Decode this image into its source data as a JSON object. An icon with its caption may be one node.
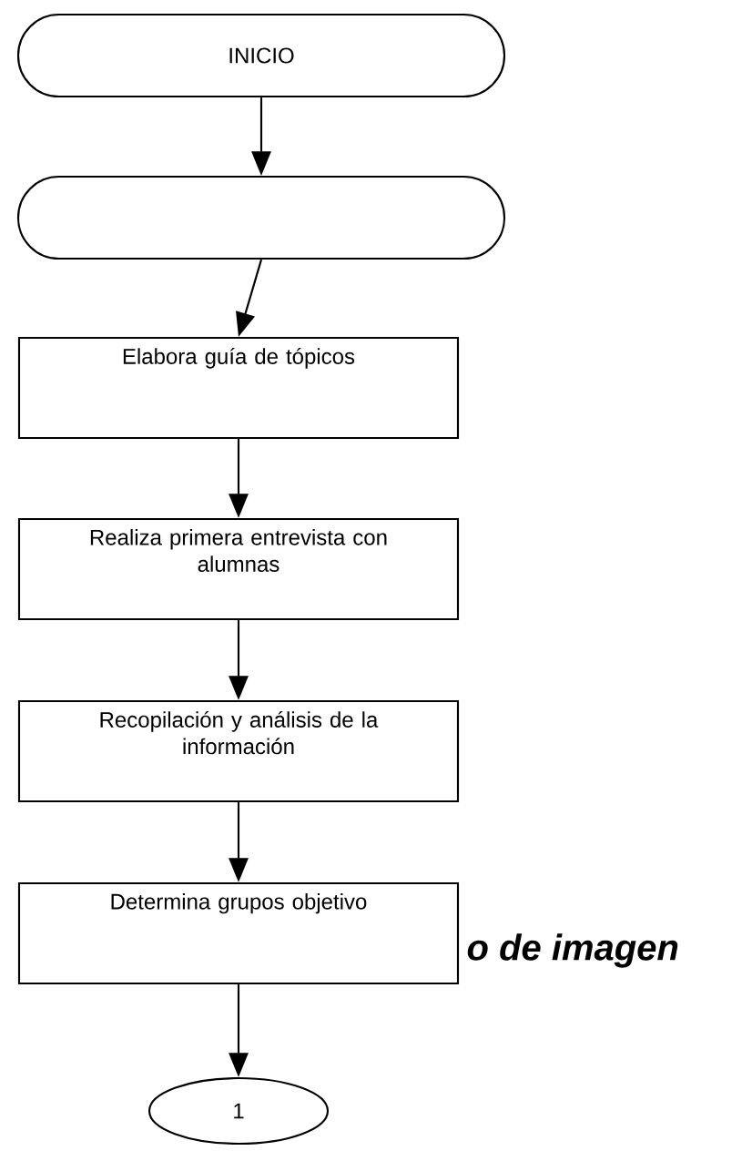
{
  "diagram": {
    "nodes": [
      {
        "text": [
          "INICIO"
        ]
      },
      {
        "text": [],
        "shape": "stadium"
      },
      {
        "text": [
          "Elabora guía de tópicos"
        ]
      },
      {
        "text": [
          "Realiza primera entrevista con alumnas"
        ]
      },
      {
        "text": [
          "Recopilación y análisis de la información"
        ]
      },
      {
        "text": [
          "Determina grupos objetivo"
        ]
      },
      {
        "text": [
          "1"
        ]
      }
    ],
    "edges": [
      {
        "from": 0,
        "to": 1,
        "arrow": "to"
      },
      {
        "from": 1,
        "to": 2,
        "arrow": "to"
      },
      {
        "from": 2,
        "to": 3,
        "arrow": "to"
      },
      {
        "from": 3,
        "to": 4,
        "arrow": "to"
      },
      {
        "from": 4,
        "to": 5,
        "arrow": "to"
      },
      {
        "from": 5,
        "to": 6,
        "arrow": "to"
      }
    ],
    "labels": [
      "o de imagen"
    ]
  }
}
